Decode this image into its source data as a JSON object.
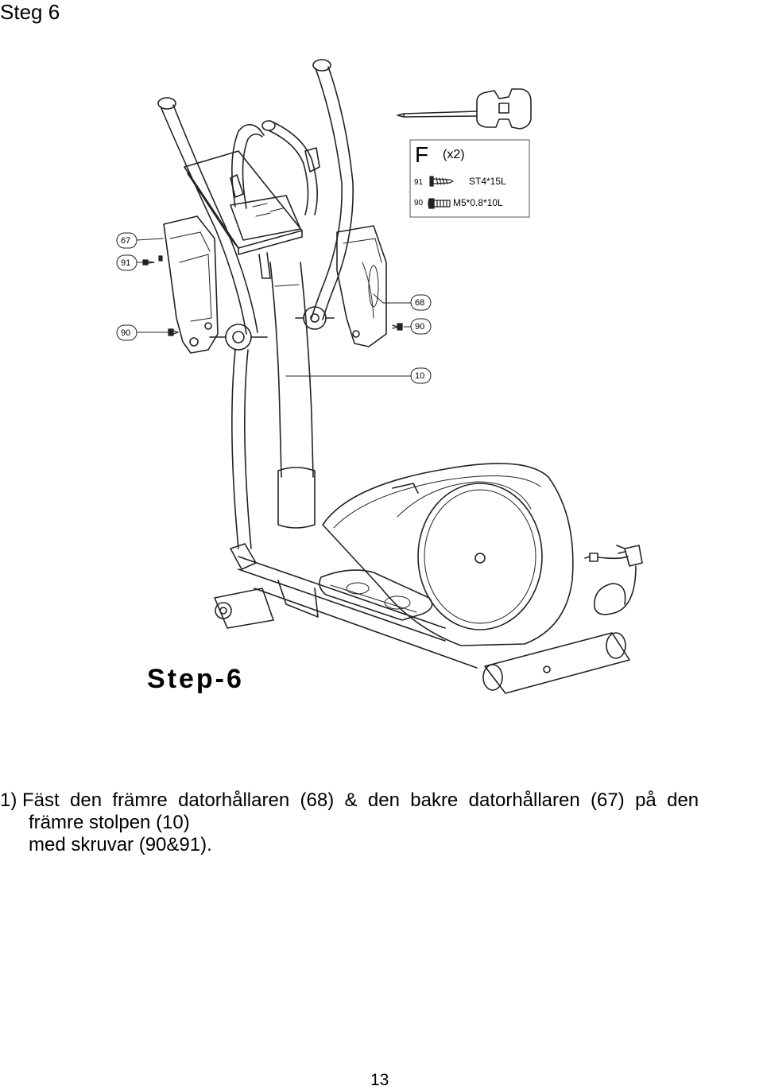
{
  "heading": "Steg 6",
  "step_label": "Step-6",
  "hardware_kit": {
    "letter": "F",
    "quantity": "(x2)",
    "items": [
      {
        "part": "91",
        "spec": "ST4*15L"
      },
      {
        "part": "90",
        "spec": "M5*0.8*10L"
      }
    ]
  },
  "callouts": {
    "c67": "67",
    "c91": "91",
    "c90_left": "90",
    "c68": "68",
    "c90_right": "90",
    "c10": "10"
  },
  "instructions": {
    "line1": "1) Fäst  den  främre  datorhållaren  (68)  &  den  bakre  datorhållaren  (67)  på  den",
    "line2": "främre stolpen (10)",
    "line3": "med skruvar (90&91)."
  },
  "page_number": "13"
}
